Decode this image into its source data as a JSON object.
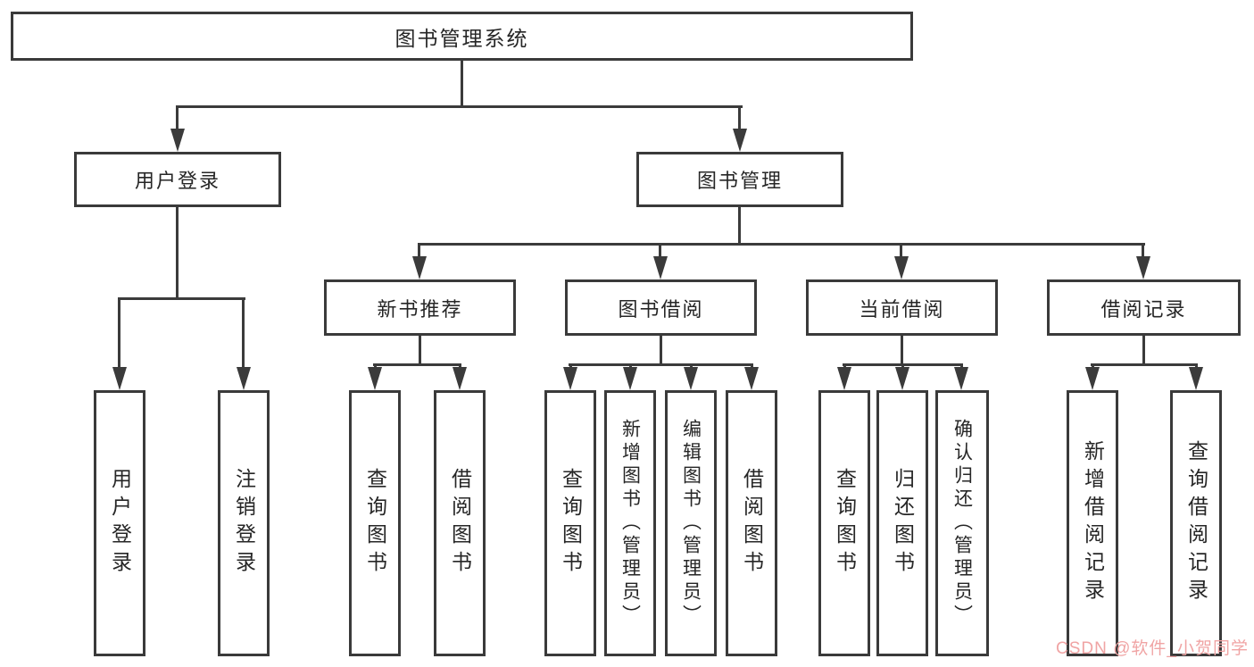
{
  "diagram": {
    "title": {
      "label": "图书管理系统"
    },
    "level2": [
      {
        "label": "用户登录"
      },
      {
        "label": "图书管理"
      }
    ],
    "level3": [
      {
        "label": "新书推荐"
      },
      {
        "label": "图书借阅"
      },
      {
        "label": "当前借阅"
      },
      {
        "label": "借阅记录"
      }
    ],
    "level4": [
      {
        "label": "用户登录"
      },
      {
        "label": "注销登录"
      },
      {
        "label": "查询图书"
      },
      {
        "label": "借阅图书"
      },
      {
        "label": "查询图书"
      },
      {
        "label": "新增图书（管理员）"
      },
      {
        "label": "编辑图书（管理员）"
      },
      {
        "label": "借阅图书"
      },
      {
        "label": "查询图书"
      },
      {
        "label": "归还图书"
      },
      {
        "label": "确认归还（管理员）"
      },
      {
        "label": "新增借阅记录"
      },
      {
        "label": "查询借阅记录"
      }
    ],
    "watermark": {
      "text": "CSDN @软件_小贺同学"
    },
    "colors": {
      "line": "#3b3b3b",
      "text": "#262626",
      "watermark": "#f0a4a4",
      "background": "#ffffff"
    }
  }
}
